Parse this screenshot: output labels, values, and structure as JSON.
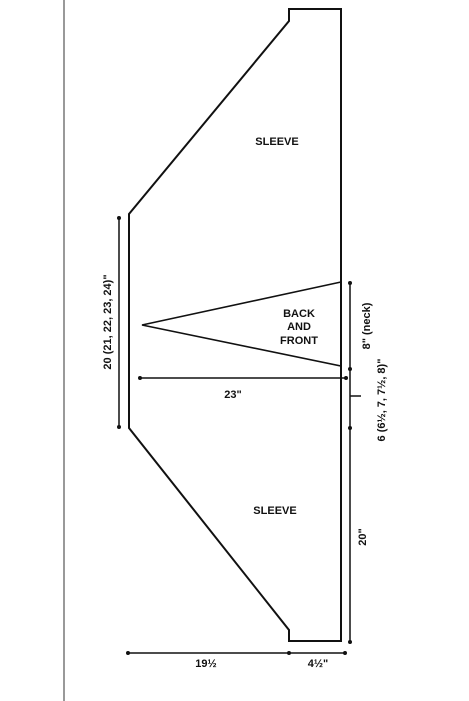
{
  "labels": {
    "sleeve_top": "SLEEVE",
    "back_front_line1": "BACK",
    "back_front_line2": "AND",
    "back_front_line3": "FRONT",
    "sleeve_bottom": "SLEEVE",
    "length_left": "20 (21, 22, 23, 24)\"",
    "width_23": "23\"",
    "neck": "8\" (neck)",
    "side_6": "6 (6½, 7, 7½, 8)\"",
    "side_20": "20\"",
    "bottom_left": "19½",
    "bottom_right": "4½\""
  }
}
